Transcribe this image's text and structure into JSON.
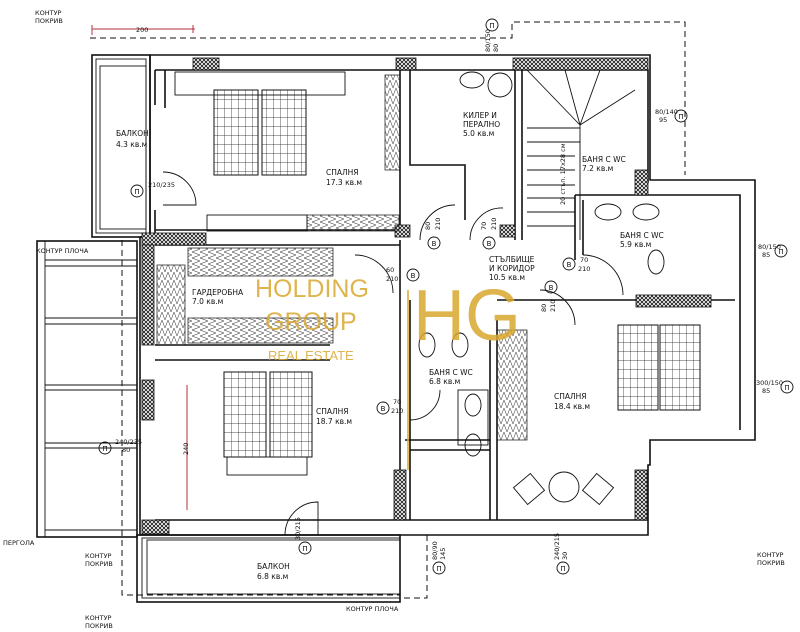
{
  "rooms": [
    {
      "name": "БАЛКОН",
      "area": "4.3 кв.м"
    },
    {
      "name": "СПАЛНЯ",
      "area": "17.3 кв.м"
    },
    {
      "name": "КИЛЕР И",
      "name2": "ПЕРАЛНО",
      "area": "5.0 кв.м"
    },
    {
      "name": "БАНЯ С WC",
      "area": "7.2 кв.м"
    },
    {
      "name": "БАНЯ С WC",
      "area": "5.9 кв.м"
    },
    {
      "name": "СТЪЛБИЩЕ",
      "name2": "И КОРИДОР",
      "area": "10.5 кв.м"
    },
    {
      "name": "ГАРДЕРОБНА",
      "area": "7.0 кв.м"
    },
    {
      "name": "БАНЯ С WC",
      "area": "6.8 кв.м"
    },
    {
      "name": "СПАЛНЯ",
      "area": "18.7 кв.м"
    },
    {
      "name": "СПАЛНЯ",
      "area": "18.4 кв.м"
    },
    {
      "name": "БАЛКОН",
      "area": "6.8 кв.м"
    }
  ],
  "annotations": {
    "roof_contour_1": "КОНТУР",
    "roof_contour_2": "ПОКРИВ",
    "slab_contour": "КОНТУР ПЛОЧА",
    "pergola": "ПЕРГОЛА",
    "stairs": "20 стъп. 17x28 см",
    "dim_top": "200",
    "dim_bedroom": "240"
  },
  "openings": {
    "window_symbol": "П",
    "door_symbol": "В",
    "w_balcony_left": {
      "size": "210/235",
      "sill": ""
    },
    "w_top": {
      "size": "80/150",
      "sill": "80"
    },
    "w_stairs": {
      "size": "80/140",
      "sill": "95"
    },
    "w_bath_right": {
      "size": "80/150",
      "sill": "85"
    },
    "w_bed_right": {
      "size": "300/150",
      "sill": "85"
    },
    "w_bed_left": {
      "size": "240/235",
      "sill": "80"
    },
    "w_balcony_bottom": {
      "size": "30/215",
      "sill": ""
    },
    "w_bath_bottom": {
      "size": "80/90",
      "sill": "145"
    },
    "w_bed_bottom": {
      "size": "240/215",
      "sill": "30"
    },
    "d1": {
      "w": "80",
      "h": "210"
    },
    "d2": {
      "w": "70",
      "h": "210"
    },
    "d3": {
      "w": "60",
      "h": "210"
    },
    "d4": {
      "w": "70",
      "h": "210"
    },
    "d5": {
      "w": "80",
      "h": "210"
    },
    "d6": {
      "w": "70",
      "h": "210"
    }
  },
  "watermark": {
    "line1": "HOLDING",
    "line2": "GROUP",
    "line3": "REAL ESTATE",
    "monogram": "HG",
    "color": "#d9a72e"
  }
}
